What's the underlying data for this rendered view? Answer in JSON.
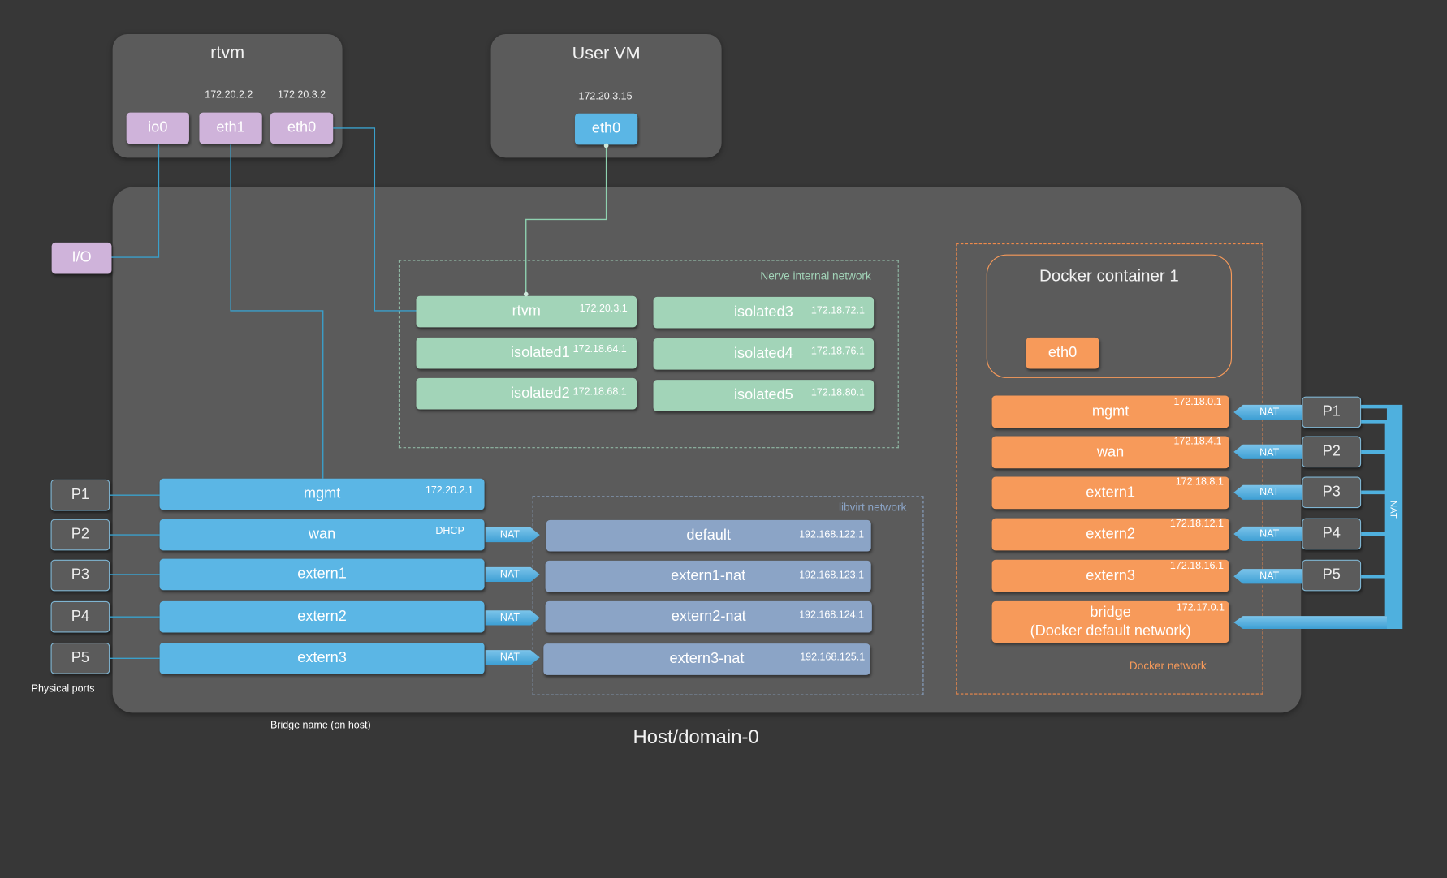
{
  "rtvm": {
    "title": "rtvm",
    "io0": {
      "label": "io0"
    },
    "eth1": {
      "label": "eth1",
      "ip": "172.20.2.2"
    },
    "eth0": {
      "label": "eth0",
      "ip": "172.20.3.2"
    }
  },
  "user_vm": {
    "title": "User VM",
    "eth0": {
      "label": "eth0",
      "ip": "172.20.3.15"
    }
  },
  "io_label": "I/O",
  "nerve": {
    "title": "Nerve internal network",
    "items": [
      {
        "name": "rtvm",
        "ip": "172.20.3.1"
      },
      {
        "name": "isolated1",
        "ip": "172.18.64.1"
      },
      {
        "name": "isolated2",
        "ip": "172.18.68.1"
      },
      {
        "name": "isolated3",
        "ip": "172.18.72.1"
      },
      {
        "name": "isolated4",
        "ip": "172.18.76.1"
      },
      {
        "name": "isolated5",
        "ip": "172.18.80.1"
      }
    ]
  },
  "physical_ports": {
    "caption": "Physical ports",
    "items": [
      "P1",
      "P2",
      "P3",
      "P4",
      "P5"
    ]
  },
  "bridges": {
    "caption": "Bridge name (on host)",
    "items": [
      {
        "name": "mgmt",
        "ip": "172.20.2.1"
      },
      {
        "name": "wan",
        "ip": "DHCP"
      },
      {
        "name": "extern1",
        "ip": ""
      },
      {
        "name": "extern2",
        "ip": ""
      },
      {
        "name": "extern3",
        "ip": ""
      }
    ]
  },
  "nat_label": "NAT",
  "libvirt": {
    "title": "libvirt network",
    "items": [
      {
        "name": "default",
        "ip": "192.168.122.1"
      },
      {
        "name": "extern1-nat",
        "ip": "192.168.123.1"
      },
      {
        "name": "extern2-nat",
        "ip": "192.168.124.1"
      },
      {
        "name": "extern3-nat",
        "ip": "192.168.125.1"
      }
    ]
  },
  "docker": {
    "container_title": "Docker container 1",
    "container_eth0": "eth0",
    "network_title": "Docker network",
    "items": [
      {
        "name": "mgmt",
        "ip": "172.18.0.1"
      },
      {
        "name": "wan",
        "ip": "172.18.4.1"
      },
      {
        "name": "extern1",
        "ip": "172.18.8.1"
      },
      {
        "name": "extern2",
        "ip": "172.18.12.1"
      },
      {
        "name": "extern3",
        "ip": "172.18.16.1"
      }
    ],
    "bridge": {
      "line1": "bridge",
      "line2": "(Docker default network)",
      "ip": "172.17.0.1"
    },
    "ports": [
      "P1",
      "P2",
      "P3",
      "P4",
      "P5"
    ]
  },
  "host_title": "Host/domain-0",
  "colors": {
    "background": "#373737",
    "panel": "#5b5b5b",
    "host_bridge": "#5bb6e5",
    "nerve": "#a2d4b8",
    "libvirt": "#8ba4c6",
    "docker": "#f79a5a",
    "vm_iface": "#cfb3da",
    "wire": "#4aa6cf"
  }
}
